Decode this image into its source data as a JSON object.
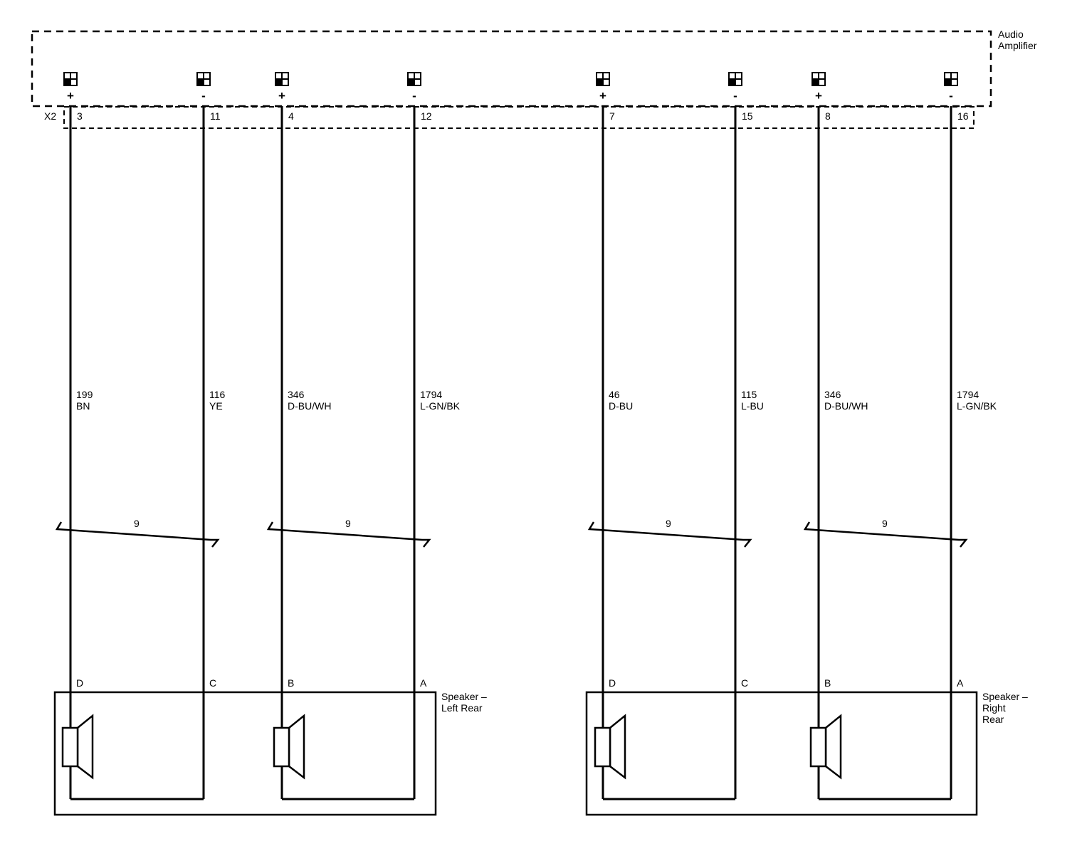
{
  "amplifier": {
    "name_line1": "Audio",
    "name_line2": "Amplifier",
    "connector": "X2"
  },
  "pins": [
    {
      "sym": "+",
      "pin": "3",
      "circuit": "199",
      "color": "BN",
      "cavity": "D"
    },
    {
      "sym": "-",
      "pin": "11",
      "circuit": "116",
      "color": "YE",
      "cavity": "C"
    },
    {
      "sym": "+",
      "pin": "4",
      "circuit": "346",
      "color": "D-BU/WH",
      "cavity": "B"
    },
    {
      "sym": "-",
      "pin": "12",
      "circuit": "1794",
      "color": "L-GN/BK",
      "cavity": "A"
    },
    {
      "sym": "+",
      "pin": "7",
      "circuit": "46",
      "color": "D-BU",
      "cavity": "D"
    },
    {
      "sym": "-",
      "pin": "15",
      "circuit": "115",
      "color": "L-BU",
      "cavity": "C"
    },
    {
      "sym": "+",
      "pin": "8",
      "circuit": "346",
      "color": "D-BU/WH",
      "cavity": "B"
    },
    {
      "sym": "-",
      "pin": "16",
      "circuit": "1794",
      "color": "L-GN/BK",
      "cavity": "A"
    }
  ],
  "twists": [
    {
      "label": "9"
    },
    {
      "label": "9"
    },
    {
      "label": "9"
    },
    {
      "label": "9"
    }
  ],
  "speakers": [
    {
      "label_lines": [
        "Speaker –",
        "Left Rear"
      ]
    },
    {
      "label_lines": [
        "Speaker –",
        "Right",
        "Rear"
      ]
    }
  ]
}
